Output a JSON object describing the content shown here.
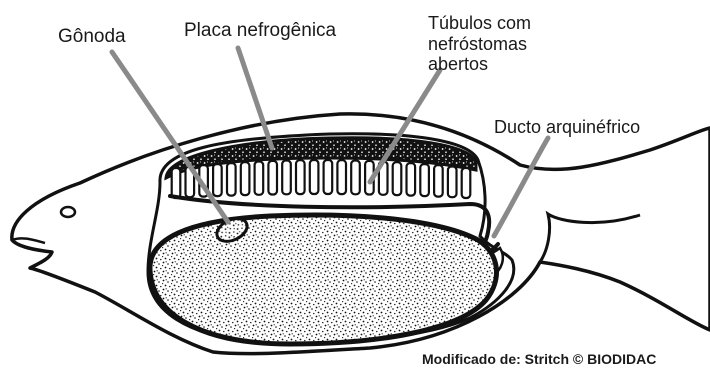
{
  "labels": {
    "gonoda": "Gônoda",
    "placa": "Placa nefrogênica",
    "tubulos": [
      "Túbulos com",
      "nefróstomas",
      "abertos"
    ],
    "ducto": "Ducto arquinéfrico"
  },
  "credit": "Modificado de: Stritch © BIODIDAC",
  "tubule_count": 22
}
